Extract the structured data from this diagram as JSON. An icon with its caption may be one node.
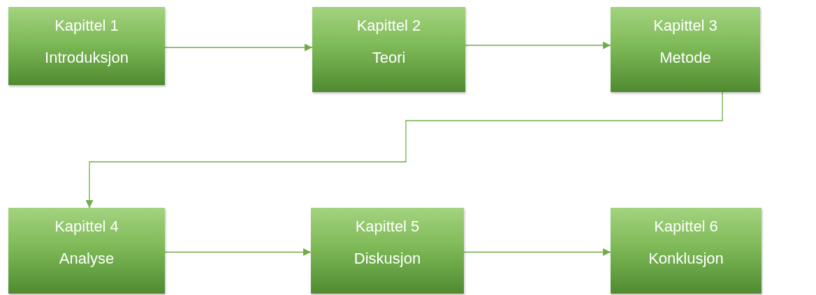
{
  "diagram": {
    "nodes": [
      {
        "text": [
          "Kapittel 1",
          "Introduksjon"
        ]
      },
      {
        "text": [
          "Kapittel 2",
          "Teori"
        ]
      },
      {
        "text": [
          "Kapittel 3",
          "Metode"
        ]
      },
      {
        "text": [
          "Kapittel 4",
          "Analyse"
        ]
      },
      {
        "text": [
          "Kapittel 5",
          "Diskusjon"
        ]
      },
      {
        "text": [
          "Kapittel 6",
          "Konklusjon"
        ]
      }
    ],
    "edges": [
      {
        "from": 0,
        "to": 1,
        "arrow": "to"
      },
      {
        "from": 1,
        "to": 2,
        "arrow": "to"
      },
      {
        "from": 2,
        "to": 3,
        "arrow": "to"
      },
      {
        "from": 3,
        "to": 4,
        "arrow": "to"
      },
      {
        "from": 4,
        "to": 5,
        "arrow": "to"
      }
    ]
  }
}
